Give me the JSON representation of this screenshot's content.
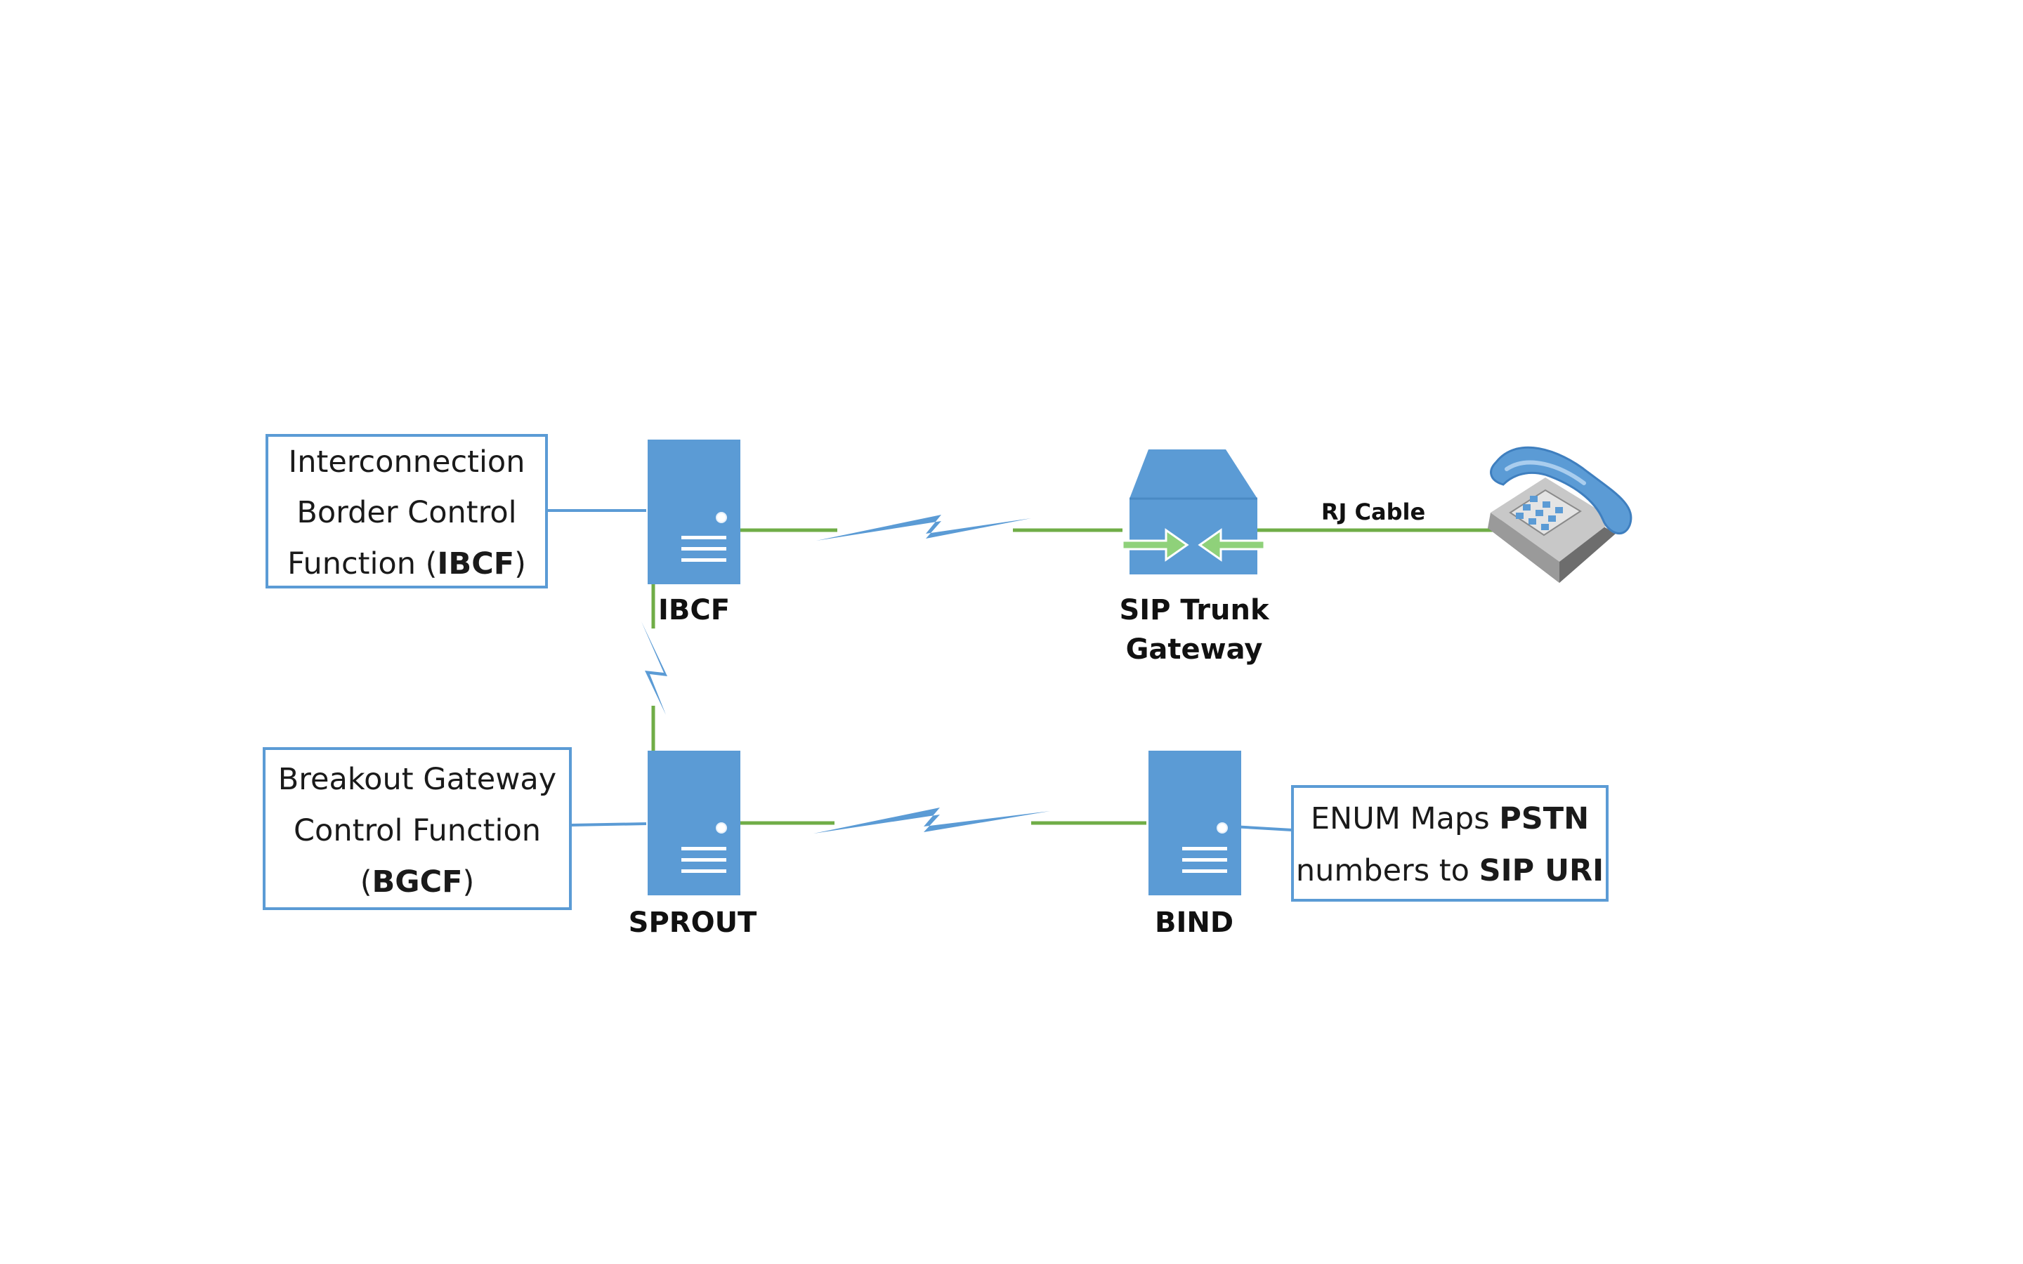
{
  "colors": {
    "device_blue": "#5b9bd5",
    "device_blue_dark": "#3f7fbf",
    "box_border": "#5b9bd5",
    "link_green": "#70ad47",
    "bolt_blue": "#5b9bd5",
    "arrow_green": "#8fd17a",
    "text": "#111111"
  },
  "nodes": {
    "ibcf": {
      "label": "IBCF",
      "icon": "server-icon"
    },
    "sprout": {
      "label": "SPROUT",
      "icon": "server-icon"
    },
    "bind": {
      "label": "BIND",
      "icon": "server-icon"
    },
    "sip_gateway": {
      "label_line1": "SIP Trunk",
      "label_line2": "Gateway",
      "icon": "gateway-icon"
    },
    "phone": {
      "icon": "telephone-icon"
    }
  },
  "callouts": {
    "ibcf": {
      "line1": "Interconnection",
      "line2": "Border Control",
      "line3_prefix": "Function (",
      "line3_bold": "IBCF",
      "line3_suffix": ")"
    },
    "bgcf": {
      "line1": "Breakout Gateway",
      "line2": "Control Function",
      "line3_prefix": "(",
      "line3_bold": "BGCF",
      "line3_suffix": ")"
    },
    "enum": {
      "line1_prefix": "ENUM Maps ",
      "line1_bold": "PSTN",
      "line2_prefix": "numbers to ",
      "line2_bold": "SIP URI"
    }
  },
  "edges": {
    "rj_cable": {
      "label": "RJ Cable"
    }
  }
}
